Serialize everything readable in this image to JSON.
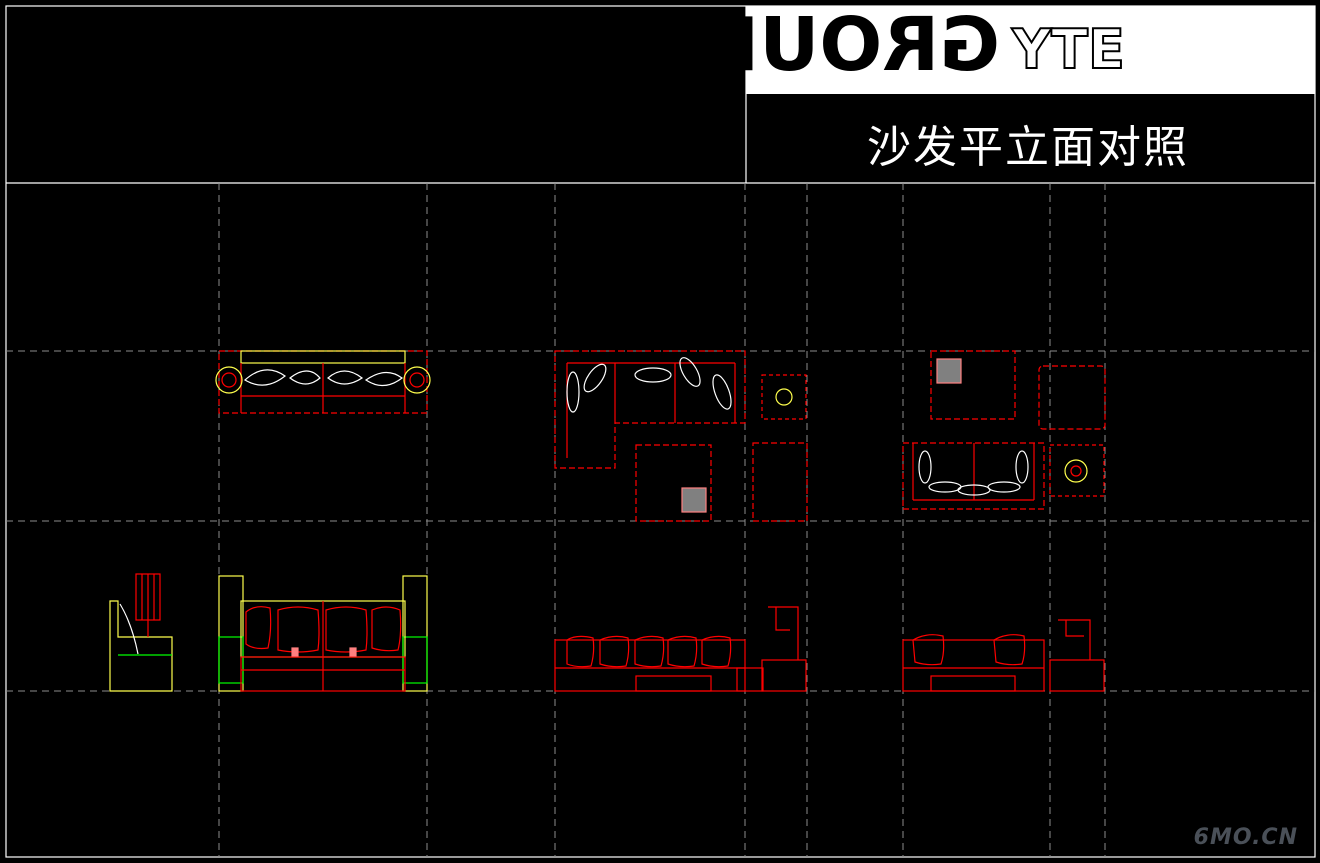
{
  "drawing": {
    "title": "沙发平立面对照",
    "logo_text": "GROUP",
    "logo_suffix": "YTE",
    "watermark": "6MO.CN"
  },
  "colors": {
    "background": "#000000",
    "frame": "#ffffff",
    "guide": "#8c8c8c",
    "furniture_red": "#ff0000",
    "furniture_yellow": "#ffff4d",
    "furniture_white": "#ffffff",
    "furniture_green": "#00ff00",
    "title_block": "#ffffff"
  }
}
